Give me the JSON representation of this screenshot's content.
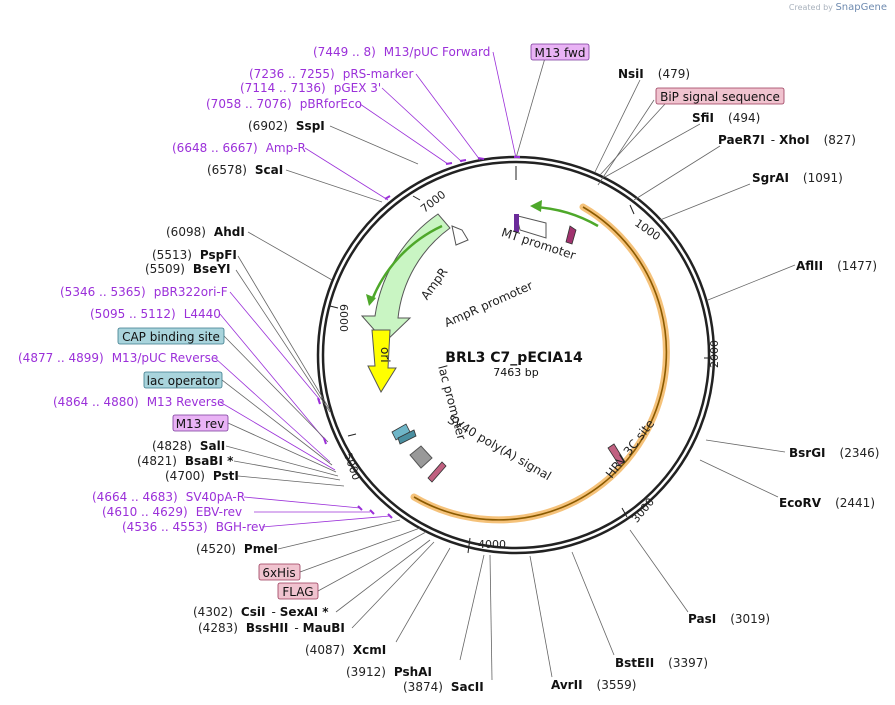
{
  "app": {
    "watermark_prefix": "Created by",
    "watermark_brand": "SnapGene"
  },
  "plasmid": {
    "name": "BRL3 C7_pECIA14",
    "length_label": "7463 bp"
  },
  "ticks": [
    "1000",
    "2000",
    "3000",
    "4000",
    "5000",
    "6000",
    "7000"
  ],
  "right_sites": [
    {
      "name": "NsiI",
      "coord": "(479)"
    },
    {
      "name": "SfiI",
      "coord": "(494)"
    },
    {
      "name": "PaeR7I",
      "name2": "XhoI",
      "coord": "(827)"
    },
    {
      "name": "SgrAI",
      "coord": "(1091)"
    },
    {
      "name": "AflII",
      "coord": "(1477)"
    },
    {
      "name": "BsrGI",
      "coord": "(2346)"
    },
    {
      "name": "EcoRV",
      "coord": "(2441)"
    },
    {
      "name": "PasI",
      "coord": "(3019)"
    },
    {
      "name": "BstEII",
      "coord": "(3397)"
    },
    {
      "name": "AvrII",
      "coord": "(3559)"
    }
  ],
  "bottom_sites": [
    {
      "name": "SacII",
      "coord": "(3874)"
    },
    {
      "name": "PshAI",
      "coord": "(3912)"
    },
    {
      "name": "XcmI",
      "coord": "(4087)"
    }
  ],
  "left_sites": [
    {
      "name": "SspI",
      "coord": "(6902)"
    },
    {
      "name": "ScaI",
      "coord": "(6578)"
    },
    {
      "name": "AhdI",
      "coord": "(6098)"
    },
    {
      "name": "PspFI",
      "coord": "(5513)"
    },
    {
      "name": "BseYI",
      "coord": "(5509)"
    },
    {
      "name": "SalI",
      "coord": "(4828)"
    },
    {
      "name": "BsaBI *",
      "coord": "(4821)"
    },
    {
      "name": "PstI",
      "coord": "(4700)"
    },
    {
      "name": "PmeI",
      "coord": "(4520)"
    },
    {
      "name": "CsiI",
      "name2": "SexAI *",
      "coord": "(4302)"
    },
    {
      "name": "BssHII",
      "name2": "MauBI",
      "coord": "(4283)"
    }
  ],
  "primers": [
    {
      "name": "M13/pUC Forward",
      "coord": "(7449 .. 8)"
    },
    {
      "name": "pRS-marker",
      "coord": "(7236 .. 7255)"
    },
    {
      "name": "pGEX 3'",
      "coord": "(7114 .. 7136)"
    },
    {
      "name": "pBRforEco",
      "coord": "(7058 .. 7076)"
    },
    {
      "name": "Amp-R",
      "coord": "(6648 .. 6667)"
    },
    {
      "name": "pBR322ori-F",
      "coord": "(5346 .. 5365)"
    },
    {
      "name": "L4440",
      "coord": "(5095 .. 5112)"
    },
    {
      "name": "M13/pUC Reverse",
      "coord": "(4877 .. 4899)"
    },
    {
      "name": "M13 Reverse",
      "coord": "(4864 .. 4880)"
    },
    {
      "name": "SV40pA-R",
      "coord": "(4664 .. 4683)"
    },
    {
      "name": "EBV-rev",
      "coord": "(4610 .. 4629)"
    },
    {
      "name": "BGH-rev",
      "coord": "(4536 .. 4553)"
    }
  ],
  "boxed_labels": {
    "m13_fwd": "M13 fwd",
    "bip": "BiP signal sequence",
    "cap": "CAP binding site",
    "lac_op": "lac operator",
    "m13_rev": "M13 rev",
    "his": "6xHis",
    "flag": "FLAG"
  },
  "features": {
    "mt_promoter": "MT promoter",
    "ampr": "AmpR",
    "ampr_promoter": "AmpR promoter",
    "ori": "ori",
    "lac_promoter": "lac promoter",
    "sv40": "SV40 poly(A) signal",
    "hrv": "HRV 3C site"
  },
  "colors": {
    "primer": "#9b30d9",
    "box_purple": "#e9b3f5",
    "box_pink": "#f0c3cf",
    "box_blue": "#a9d4dc",
    "orf_orange": "#f5c27a",
    "promoter_green": "#4ea82a",
    "ampr_fill": "#c9f5c3",
    "ori_yellow": "#ffff00",
    "backbone": "#222222"
  }
}
